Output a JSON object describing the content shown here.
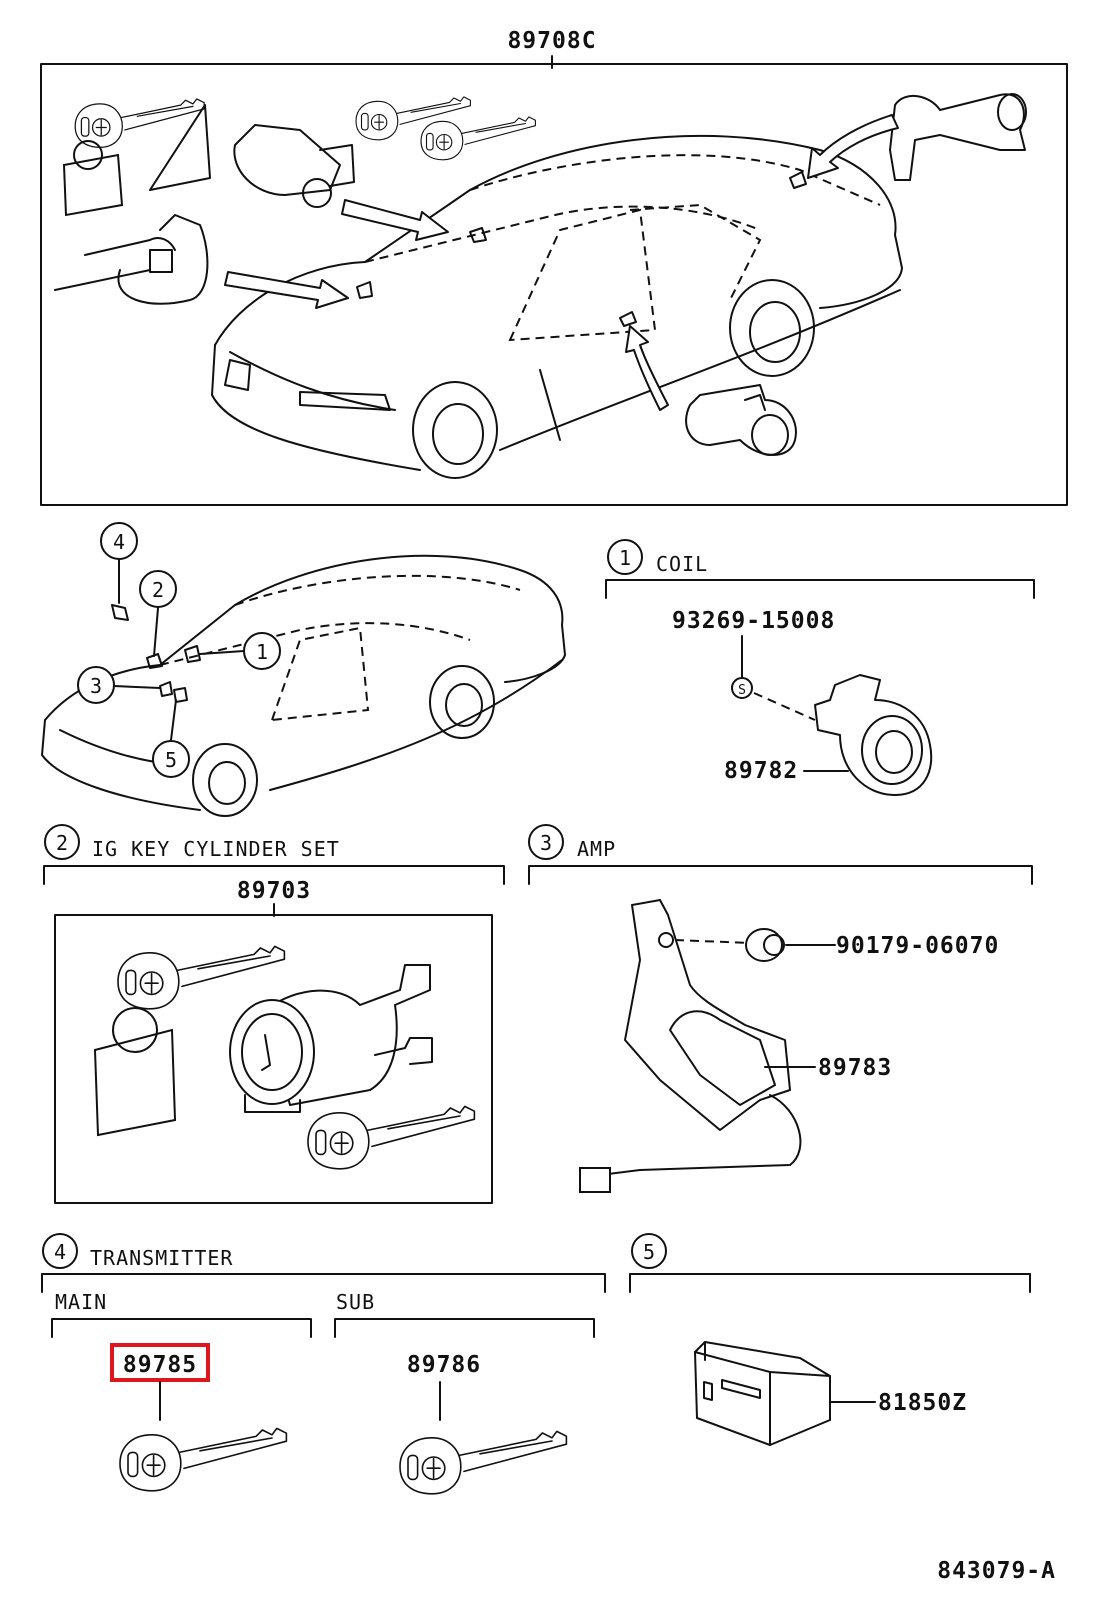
{
  "main_assembly": {
    "part_number": "89708C"
  },
  "sections": [
    {
      "id": "coil",
      "number": "1",
      "title": "COIL"
    },
    {
      "id": "ig-key",
      "number": "2",
      "title": "IG KEY CYLINDER SET"
    },
    {
      "id": "amp",
      "number": "3",
      "title": "AMP"
    },
    {
      "id": "transmitter",
      "number": "4",
      "title": "TRANSMITTER"
    },
    {
      "id": "unit5",
      "number": "5",
      "title": ""
    }
  ],
  "callouts": [
    "1",
    "2",
    "3",
    "4",
    "5"
  ],
  "parts": {
    "coil_screw": "93269-15008",
    "coil_screw_symbol": "S",
    "coil": "89782",
    "ig_key_set": "89703",
    "amp_clip": "90179-06070",
    "amp": "89783",
    "transmitter_main": "89785",
    "transmitter_sub": "89786",
    "unit5": "81850Z"
  },
  "transmitter_labels": {
    "main": "MAIN",
    "sub": "SUB"
  },
  "highlight": {
    "part": "89785",
    "color": "#e0161d"
  },
  "diagram_id": "843079-A"
}
